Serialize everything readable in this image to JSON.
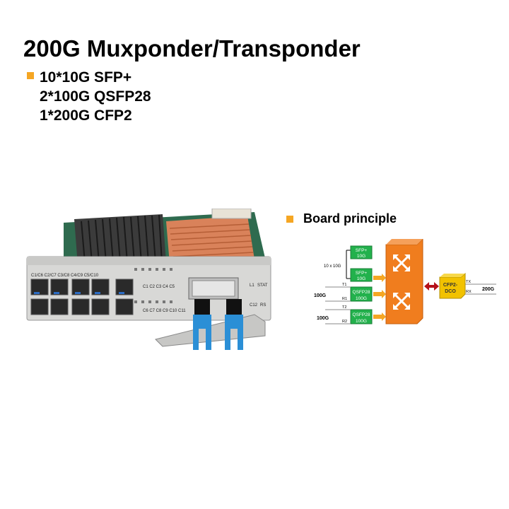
{
  "title": "200G Muxponder/Transponder",
  "specs": [
    "10*10G SFP+",
    "2*100G QSFP28",
    "1*200G CFP2"
  ],
  "board": {
    "heading": "Board principle",
    "port_count_label": "10 x 10G",
    "sfp_a_label1": "SFP+",
    "sfp_a_label2": "10G",
    "sfp_b_label1": "SFP+",
    "sfp_b_label2": "10G",
    "qsfp_a_label1": "QSFP28",
    "qsfp_a_label2": "100G",
    "qsfp_b_label1": "QSFP28",
    "qsfp_b_label2": "100G",
    "rate_a": "100G",
    "rate_b": "100G",
    "t1": "T1",
    "r1": "R1",
    "t2": "T2",
    "r2": "R2",
    "cfp_label1": "CFP2-",
    "cfp_label2": "DCO",
    "tx": "TX",
    "rx": "RX",
    "line_rate": "200G"
  },
  "faceplate": {
    "top_labels": "C1/C6 C2/C7 C3/C8 C4/C9 C5/C10",
    "mid_labels_top": "C1 C2 C3 C4 C5",
    "mid_labels_bottom": "C6 C7 C8 C9 C10 C11",
    "l1": "L1",
    "stat": "STAT",
    "c12": "C12",
    "rs": "RS"
  },
  "colors": {
    "accent": "#f5a623",
    "green": "#22b14c",
    "orange": "#f07d1e",
    "cfp": "#f2c200",
    "copper": "#d9825a",
    "latch": "#2b8fd6"
  }
}
